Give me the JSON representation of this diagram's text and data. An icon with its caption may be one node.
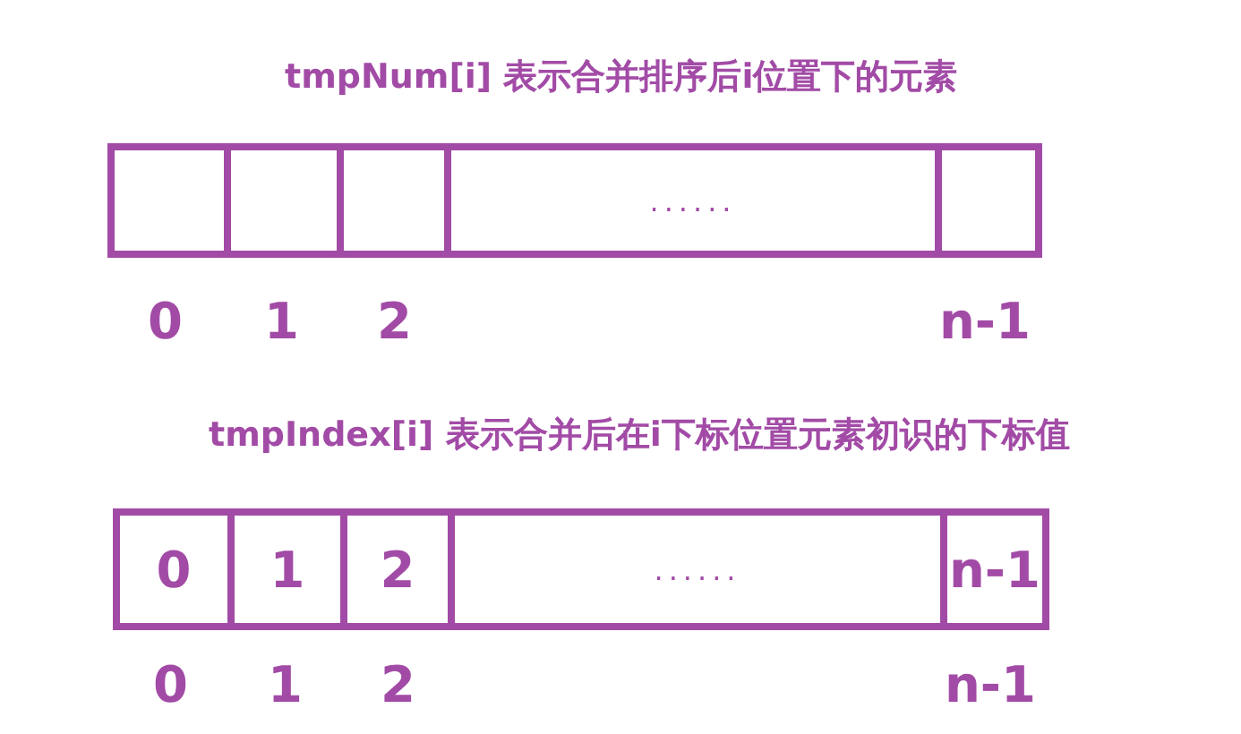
{
  "diagram": {
    "nodes": [
      {
        "text": [],
        "shape": "box"
      },
      {
        "text": [],
        "shape": "box"
      },
      {
        "text": [],
        "shape": "box"
      },
      {
        "text": [
          "......"
        ]
      },
      {
        "text": [],
        "shape": "box"
      },
      {
        "text": [
          "0"
        ]
      },
      {
        "text": [
          "1"
        ]
      },
      {
        "text": [
          "2"
        ]
      },
      {
        "text": [
          "......"
        ]
      },
      {
        "text": [
          "n-1"
        ]
      }
    ],
    "labels": [
      "tmpNum[i] 表示合并排序后i位置下的元素",
      "0",
      "1",
      "2",
      "n-1",
      "tmpIndex[i] 表示合并后在i下标位置元素初识的下标值",
      "0",
      "1",
      "2",
      "n-1"
    ]
  }
}
